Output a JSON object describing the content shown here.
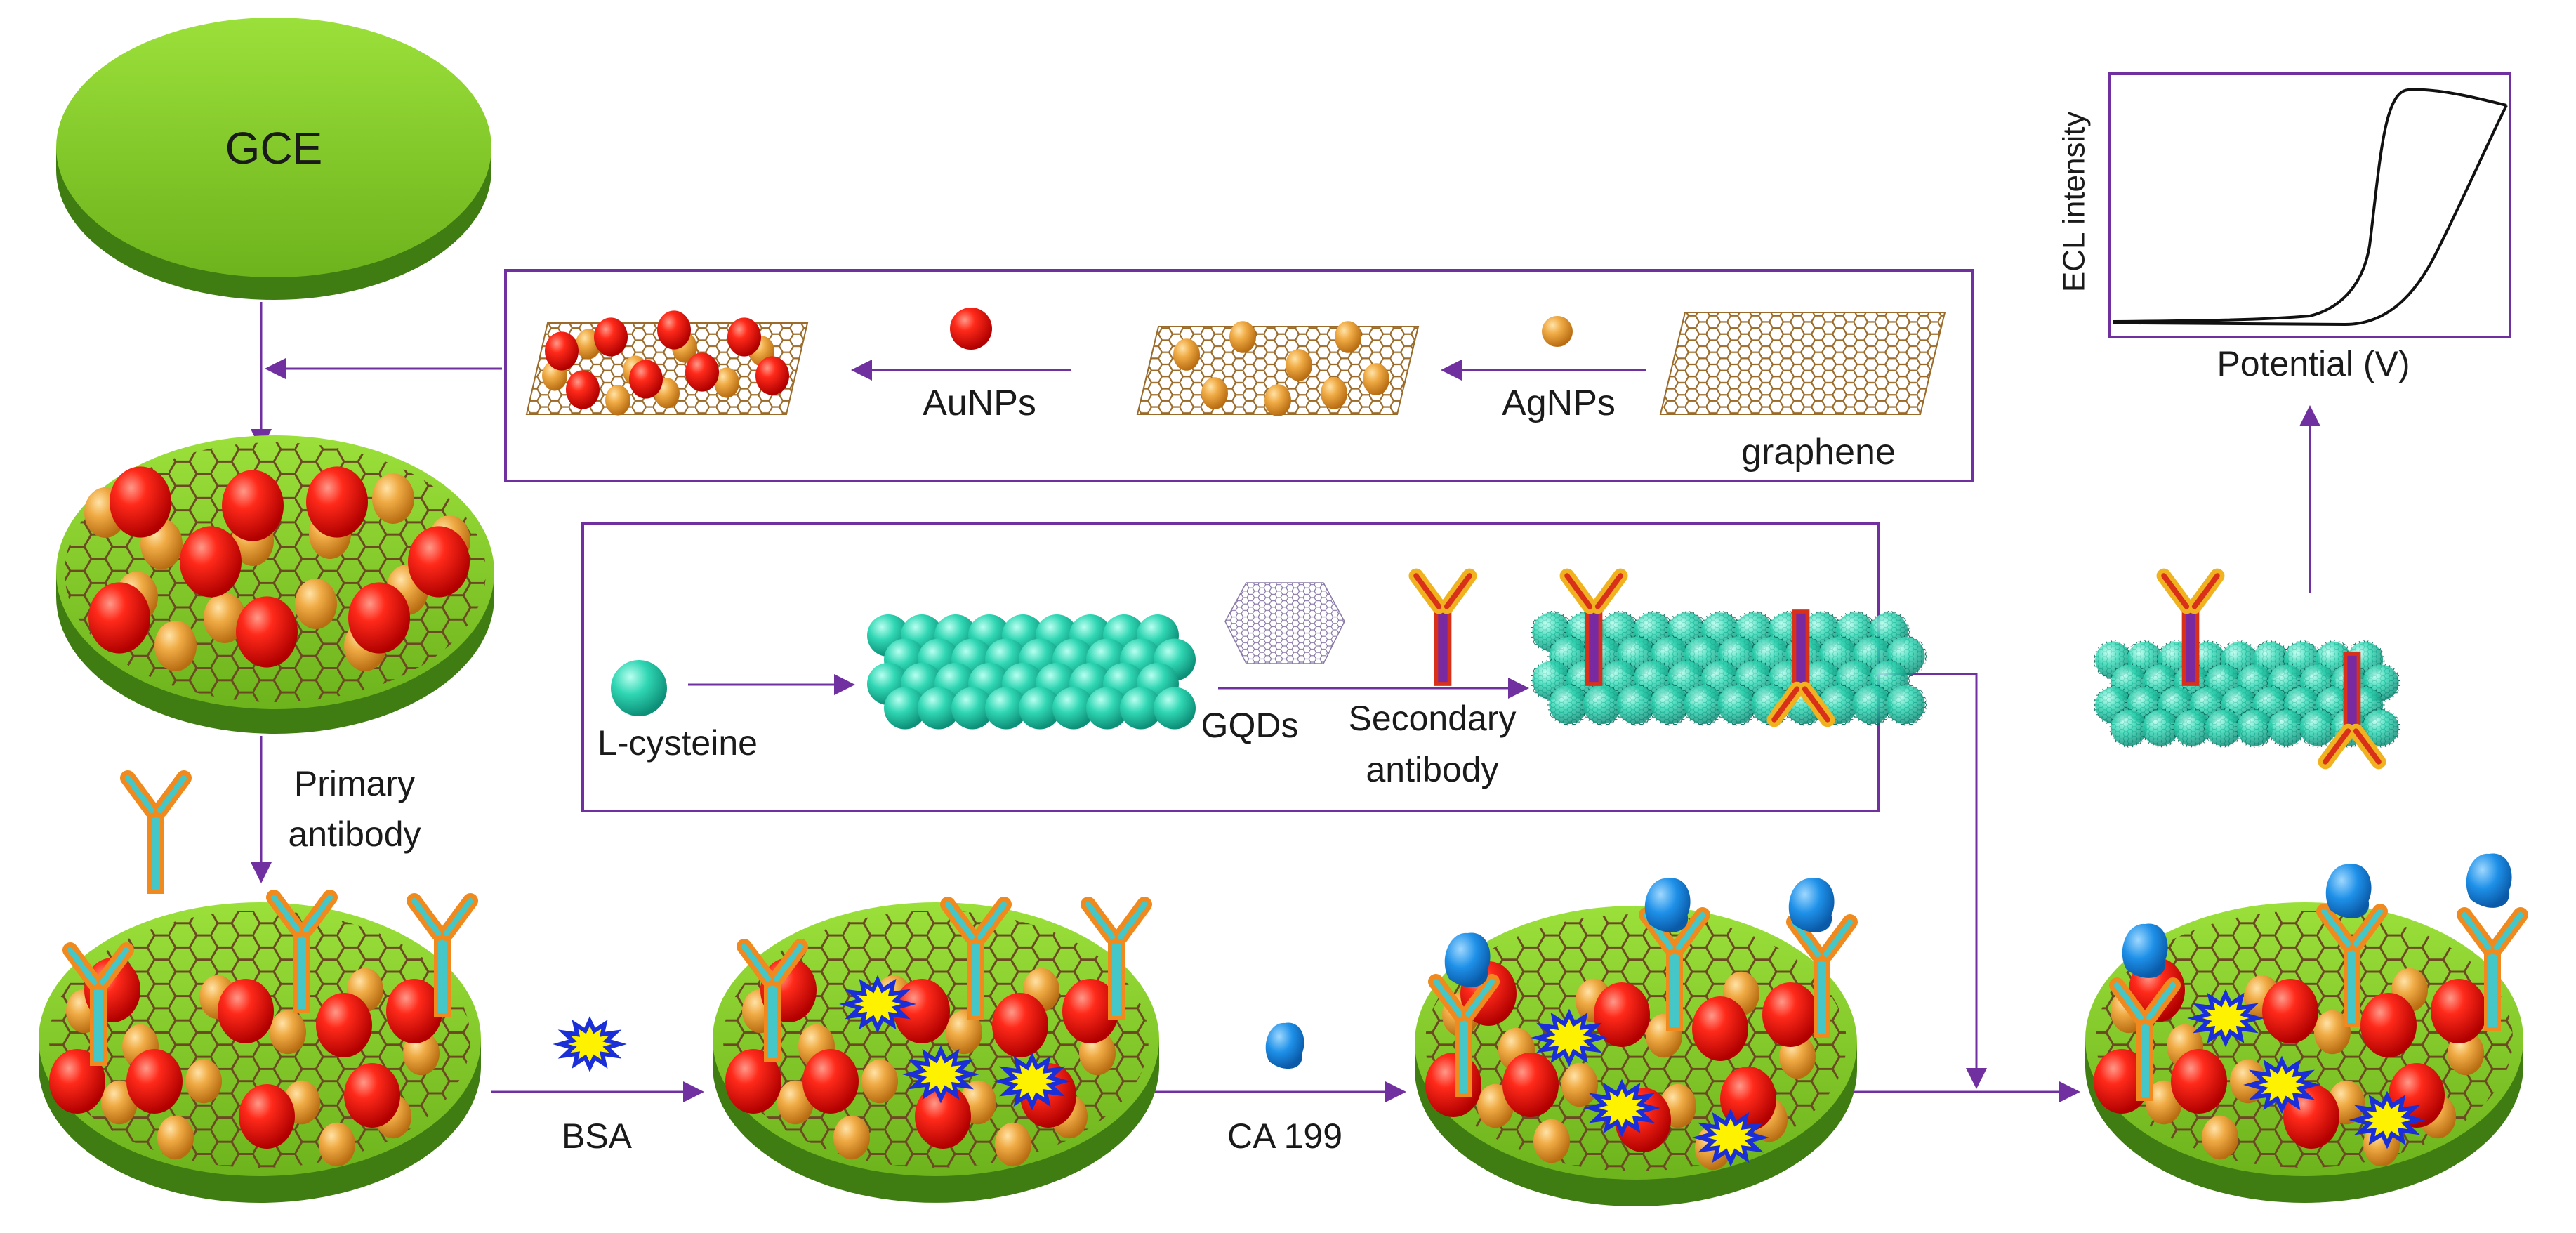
{
  "gce": {
    "label": "GCE"
  },
  "nanocomposite_box": {
    "reagent_1": "AgNPs",
    "reagent_2": "AuNPs",
    "material": "graphene"
  },
  "probe_box": {
    "reagent_start": "L-cysteine",
    "reagent_2": "GQDs",
    "reagent_3_line1": "Secondary",
    "reagent_3_line2": "antibody"
  },
  "steps": {
    "primary_line1": "Primary",
    "primary_line2": "antibody",
    "blocker": "BSA",
    "analyte": "CA 199"
  },
  "ecl_plot": {
    "xlabel": "Potential (V)",
    "ylabel": "ECL intensity"
  },
  "colors": {
    "arrow": "#7030a0",
    "box_border": "#7030a0",
    "electrode_green": "#7cc423",
    "aunp_red": "#e60b0b",
    "agnp_orange": "#e8a33a",
    "cysteine_teal": "#2fd6b3",
    "bsa_yellow": "#fff200",
    "bsa_outline": "#1a2fd8",
    "antigen_blue": "#1e90e8",
    "antibody_orange": "#f08a1e",
    "antibody_core": "#45c7c7"
  }
}
